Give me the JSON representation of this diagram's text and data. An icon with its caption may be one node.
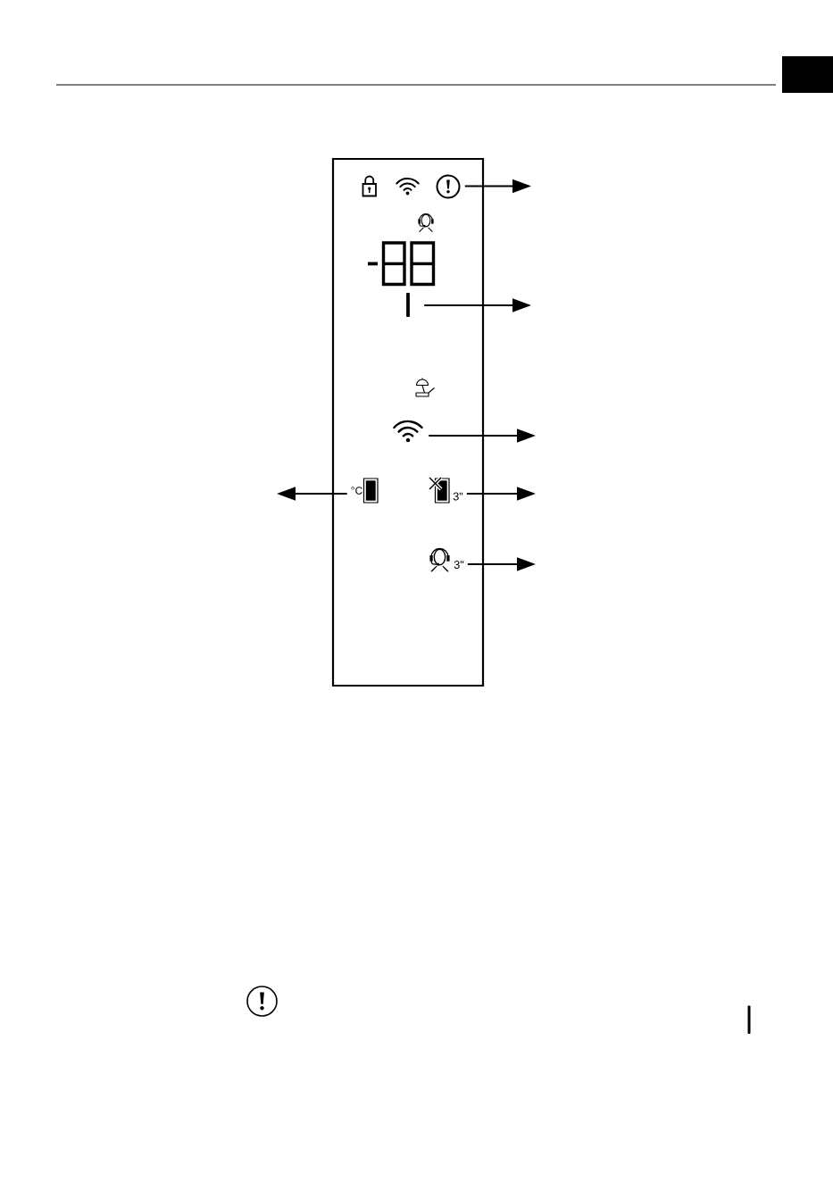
{
  "diagram": {
    "nodes": [
      {
        "text": [],
        "shape": "box"
      },
      {
        "text": [],
        "shape": "picture",
        "in": 0
      },
      {
        "text": [],
        "shape": "bar",
        "in": 0
      },
      {
        "text": [],
        "shape": "picture",
        "in": 0
      },
      {
        "text": [
          "°C"
        ],
        "in": 0
      },
      {
        "text": [
          "3\""
        ],
        "in": 0
      },
      {
        "text": [
          "3\""
        ],
        "in": 0
      }
    ],
    "edges": [
      {
        "from": 1,
        "to": null,
        "arrow": "to"
      },
      {
        "from": 2,
        "to": null,
        "arrow": "to"
      },
      {
        "from": 3,
        "to": null,
        "arrow": "to"
      },
      {
        "from": 4,
        "to": null,
        "arrow": "to"
      },
      {
        "from": 5,
        "to": null,
        "arrow": "to"
      },
      {
        "from": 6,
        "to": null,
        "arrow": "to"
      }
    ]
  }
}
